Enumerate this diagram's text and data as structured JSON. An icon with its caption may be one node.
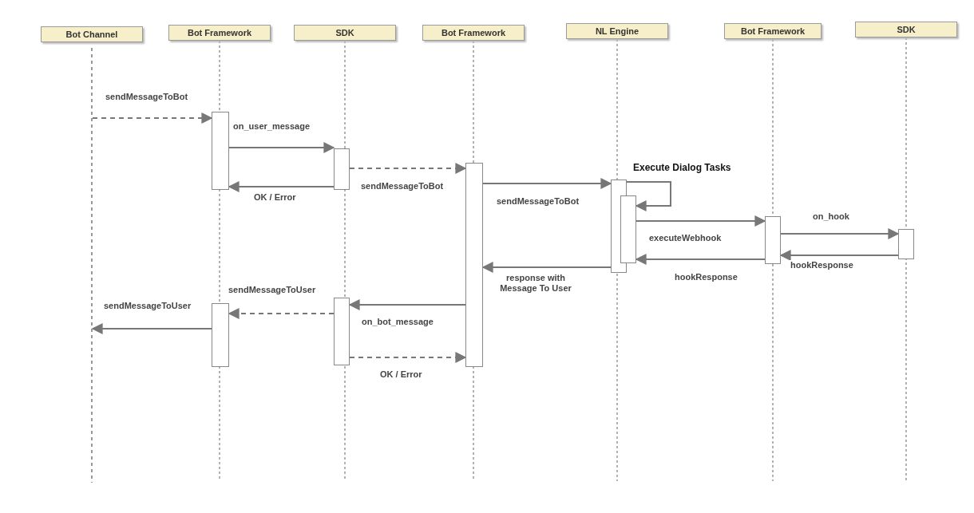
{
  "diagram": {
    "nodes": [
      {
        "text": [
          "Bot Channel"
        ]
      },
      {
        "text": [
          "Bot Framework"
        ]
      },
      {
        "text": [
          "SDK"
        ]
      },
      {
        "text": [
          "Bot Framework"
        ]
      },
      {
        "text": [
          "NL Engine"
        ]
      },
      {
        "text": [
          "Bot Framework"
        ]
      },
      {
        "text": [
          "SDK"
        ]
      },
      {
        "text": [],
        "shape": "line"
      },
      {
        "text": [],
        "shape": "bar"
      },
      {
        "text": [],
        "shape": "bar"
      },
      {
        "text": [],
        "shape": "bar"
      },
      {
        "text": [],
        "shape": "bar"
      },
      {
        "text": [],
        "shape": "bar"
      },
      {
        "text": [],
        "shape": "bar"
      },
      {
        "text": [],
        "shape": "bar"
      },
      {
        "text": [],
        "shape": "bar"
      },
      {
        "text": [],
        "shape": "bar"
      }
    ],
    "edges": [
      {
        "from": 7,
        "to": 8,
        "arrow": "to",
        "label": "sendMessageToBot",
        "style": "dashed"
      },
      {
        "from": 8,
        "to": 9,
        "arrow": "to",
        "label": "on_user_message"
      },
      {
        "from": 9,
        "to": 10,
        "arrow": "to",
        "label": "sendMessageToBot",
        "style": "dashed"
      },
      {
        "from": 9,
        "to": 8,
        "arrow": "to",
        "label": "OK / Error"
      },
      {
        "from": 10,
        "to": 11,
        "arrow": "to",
        "label": "sendMessageToBot"
      },
      {
        "from": 11,
        "to": 12,
        "arrow": "to",
        "label": "Execute Dialog Tasks"
      },
      {
        "from": 12,
        "to": 13,
        "arrow": "to",
        "label": "executeWebhook"
      },
      {
        "from": 13,
        "to": 14,
        "arrow": "to",
        "label": "on_hook"
      },
      {
        "from": 14,
        "to": 13,
        "arrow": "to",
        "label": "hookResponse"
      },
      {
        "from": 13,
        "to": 12,
        "arrow": "to",
        "label": "hookResponse"
      },
      {
        "from": 11,
        "to": 10,
        "arrow": "to",
        "label": "response with Message To User"
      },
      {
        "from": 10,
        "to": 15,
        "arrow": "to",
        "label": "on_bot_message"
      },
      {
        "from": 15,
        "to": 16,
        "arrow": "to",
        "label": "sendMessageToUser",
        "style": "dashed"
      },
      {
        "from": 16,
        "to": 7,
        "arrow": "to",
        "label": "sendMessageToUser"
      },
      {
        "from": 15,
        "to": 10,
        "arrow": "to",
        "label": "OK / Error",
        "style": "dashed"
      }
    ]
  }
}
